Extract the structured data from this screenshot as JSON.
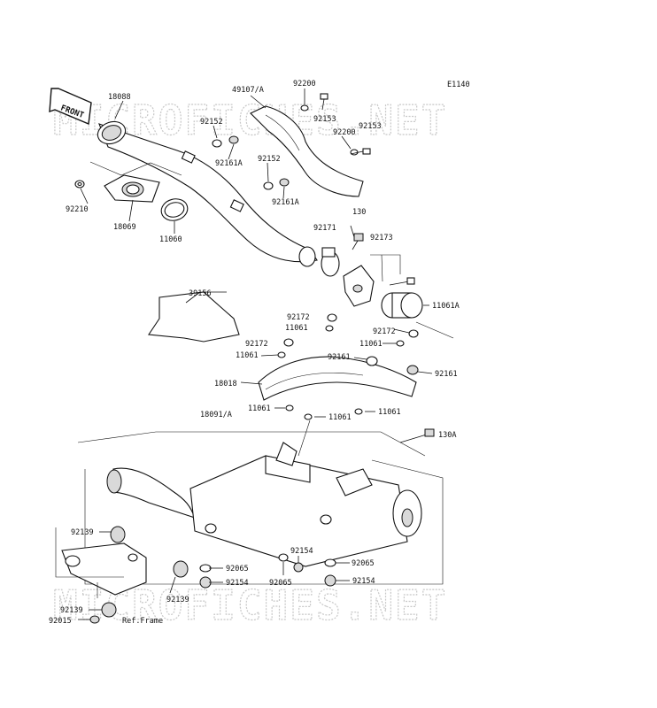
{
  "diagram_code": "E1140",
  "watermark": "MICROFICHES.NET",
  "front_arrow": "FRONT",
  "ref_frame": "Ref.Frame",
  "labels": {
    "p18088": "18088",
    "p49107": "49107/A",
    "p92200a": "92200",
    "p92152a": "92152",
    "p92153a": "92153",
    "p92153b": "92153",
    "p92200b": "92200",
    "p92161Aa": "92161A",
    "p92152b": "92152",
    "p92161Ab": "92161A",
    "p92210": "92210",
    "p18069": "18069",
    "p11060": "11060",
    "p130": "130",
    "p92171": "92171",
    "p92173": "92173",
    "p11061A": "11061A",
    "p39156": "39156",
    "p92172a": "92172",
    "p11061a": "11061",
    "p92172b": "92172",
    "p11061b": "11061",
    "p92172c": "92172",
    "p11061c": "11061",
    "p92161a": "92161",
    "p92161b": "92161",
    "p18018": "18018",
    "p11061d": "11061",
    "p11061e": "11061",
    "p11061f": "11061",
    "p18091": "18091/A",
    "p130A": "130A",
    "p92139a": "92139",
    "p92065a": "92065",
    "p92154a": "92154",
    "p92154b": "92154",
    "p92065b": "92065",
    "p92065c": "92065",
    "p92154c": "92154",
    "p92139b": "92139",
    "p92139c": "92139",
    "p92015": "92015"
  }
}
